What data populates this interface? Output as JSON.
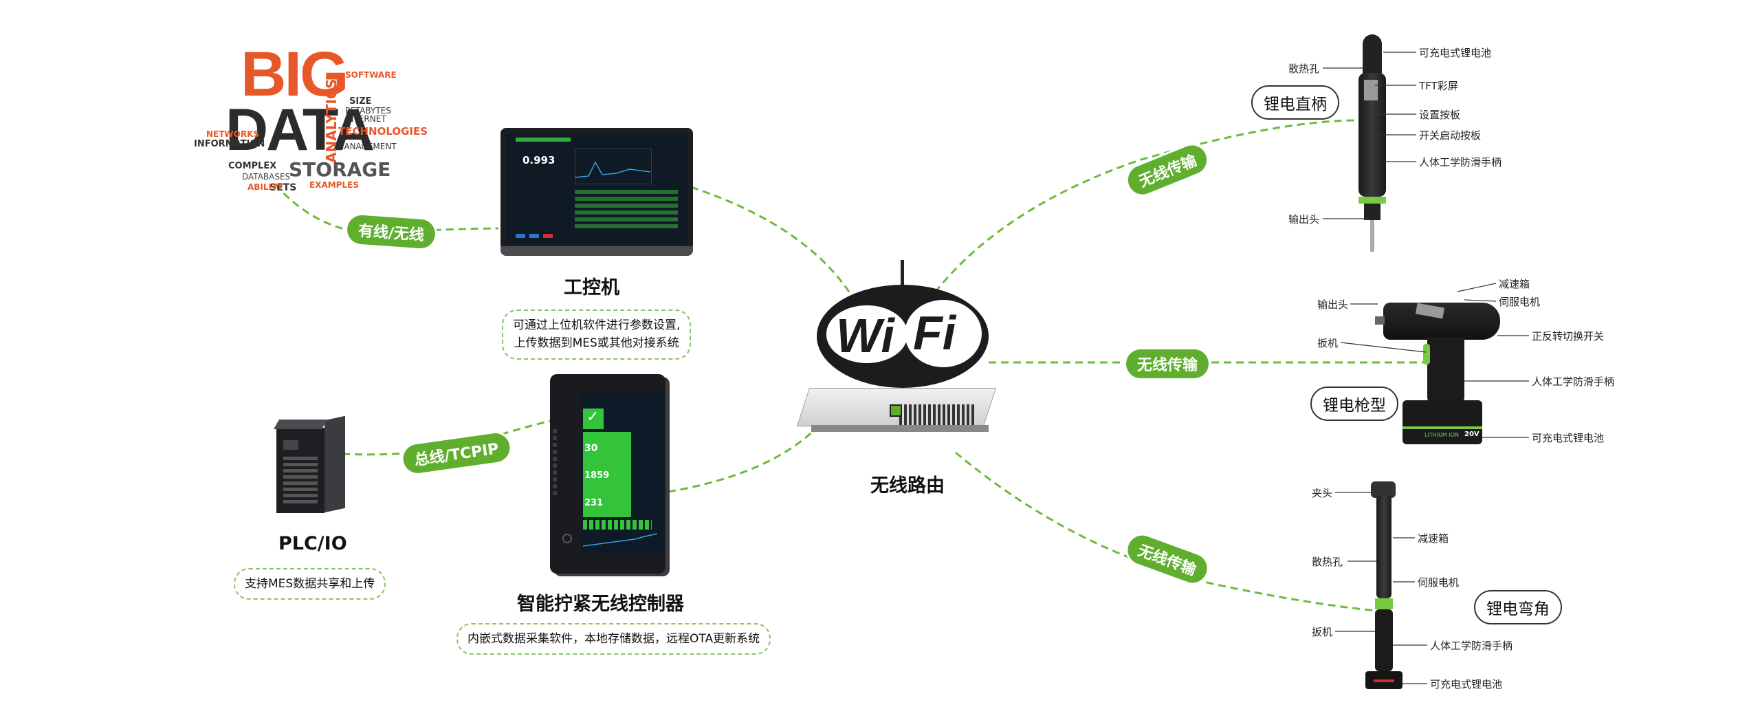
{
  "connections": {
    "bigdata_ipc": "有线/无线",
    "plc_controller": "总线/TCPIP",
    "router_straight": "无线传输",
    "router_pistol": "无线传输",
    "router_angle": "无线传输"
  },
  "bigdata": {
    "big": "BIG",
    "data": "DATA",
    "words": [
      "ANALYTICS",
      "STORAGE",
      "TECHNOLOGIES",
      "SOFTWARE",
      "INFORMATION",
      "COMPLEX",
      "DATABASES",
      "SETS",
      "NETWORKS",
      "INTERNET",
      "PETABYTES",
      "MANAGEMENT",
      "ABILITY",
      "EXAMPLES",
      "SIZE"
    ]
  },
  "ipc": {
    "title": "工控机",
    "note_lines": [
      "可通过上位机软件进行参数设置,",
      "上传数据到MES或其他对接系统"
    ],
    "screen_value": "0.993"
  },
  "controller": {
    "title": "智能拧紧无线控制器",
    "note": "内嵌式数据采集软件，本地存储数据，远程OTA更新系统",
    "values": [
      "30",
      "1859",
      "231"
    ]
  },
  "plc": {
    "title": "PLC/IO",
    "note": "支持MES数据共享和上传"
  },
  "router": {
    "title": "无线路由",
    "wi": "Wi",
    "fi": "Fi"
  },
  "straight_tool": {
    "bubble": "锂电直柄",
    "callouts": {
      "vent": "散热孔",
      "battery": "可充电式锂电池",
      "screen": "TFT彩屏",
      "settings": "设置按板",
      "switch": "开关启动按板",
      "grip": "人体工学防滑手柄",
      "output": "输出头"
    }
  },
  "pistol_tool": {
    "bubble": "锂电枪型",
    "battery_brand": "LITHIUM ION",
    "battery_voltage": "20V",
    "callouts": {
      "gearbox": "减速箱",
      "output": "输出头",
      "servo": "伺服电机",
      "reverse": "正反转切换开关",
      "trigger": "扳机",
      "grip": "人体工学防滑手柄",
      "battery": "可充电式锂电池"
    }
  },
  "angle_tool": {
    "bubble": "锂电弯角",
    "callouts": {
      "chuck": "夹头",
      "gearbox": "减速箱",
      "vent": "散热孔",
      "servo": "伺服电机",
      "trigger": "扳机",
      "grip": "人体工学防滑手柄",
      "battery": "可充电式锂电池"
    }
  },
  "colors": {
    "accent_green": "#5fae2e",
    "dash_green": "#6cbb3c",
    "note_border": "#8cc460",
    "bigdata_orange": "#e8572a",
    "dark": "#2b2b2b"
  }
}
